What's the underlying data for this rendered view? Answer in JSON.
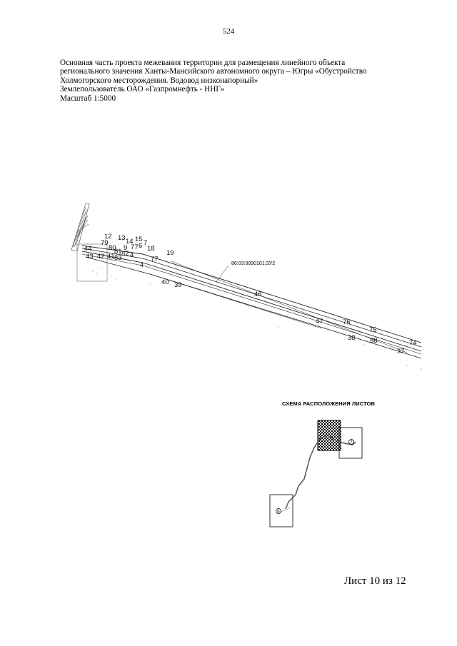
{
  "page_number": "524",
  "header": {
    "line1": "Основная часть проекта межевания территории для размещения линейного объекта",
    "line2": "регионального значения Ханты-Мансийского автономного округа – Югры  «Обустройство",
    "line3": "Холмогорского месторождения. Водовод низконапорный»",
    "land_user": "Землепользователь ОАО «Газпромнефть - ННГ»",
    "scale": "Масштаб 1:5000"
  },
  "map": {
    "parcel_label": "86:03:0090101:ЗУ2",
    "point_labels": [
      "12",
      "13",
      "14",
      "15",
      "7",
      "6",
      "77",
      "9",
      "18",
      "19",
      "44",
      "43",
      "42",
      "41",
      "4",
      "4",
      "77",
      "40",
      "39",
      "46",
      "47",
      "76",
      "75",
      "38",
      "88",
      "74",
      "37",
      "79",
      "80",
      "81",
      "82",
      "83"
    ]
  },
  "layout_scheme": {
    "title": "СХЕМА РАСПОЛОЖЕНИЯ ЛИСТОВ",
    "sheet_numbers": [
      "7",
      "6"
    ]
  },
  "footer": {
    "sheet_label": "Лист 10 из 12"
  }
}
